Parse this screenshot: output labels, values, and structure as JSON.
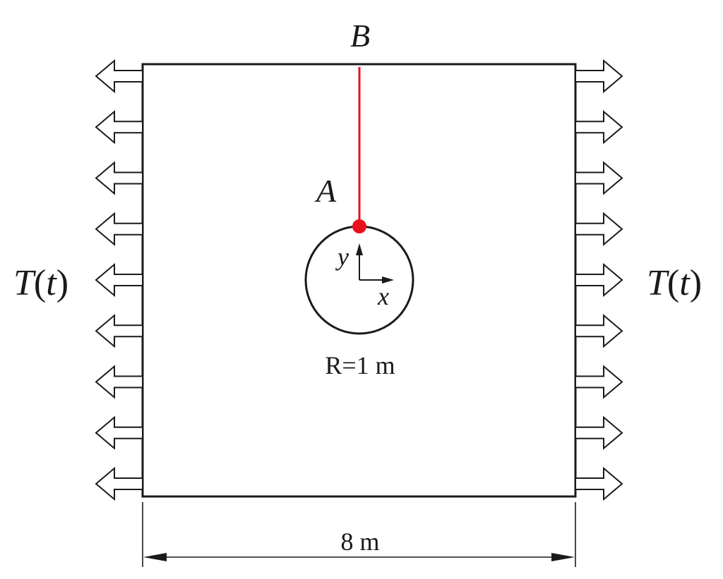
{
  "labels": {
    "point_b": "B",
    "point_a": "A",
    "axis_y": "y",
    "axis_x": "x",
    "radius": "R=1 m",
    "width": "8 m",
    "load_left_T": "T",
    "load_left_t": "t",
    "load_right_T": "T",
    "load_right_t": "t"
  },
  "load_arrows": {
    "per_side": 9
  },
  "colors": {
    "outline": "#1a1a1a",
    "crack": "#e8101a",
    "background": "#ffffff"
  }
}
